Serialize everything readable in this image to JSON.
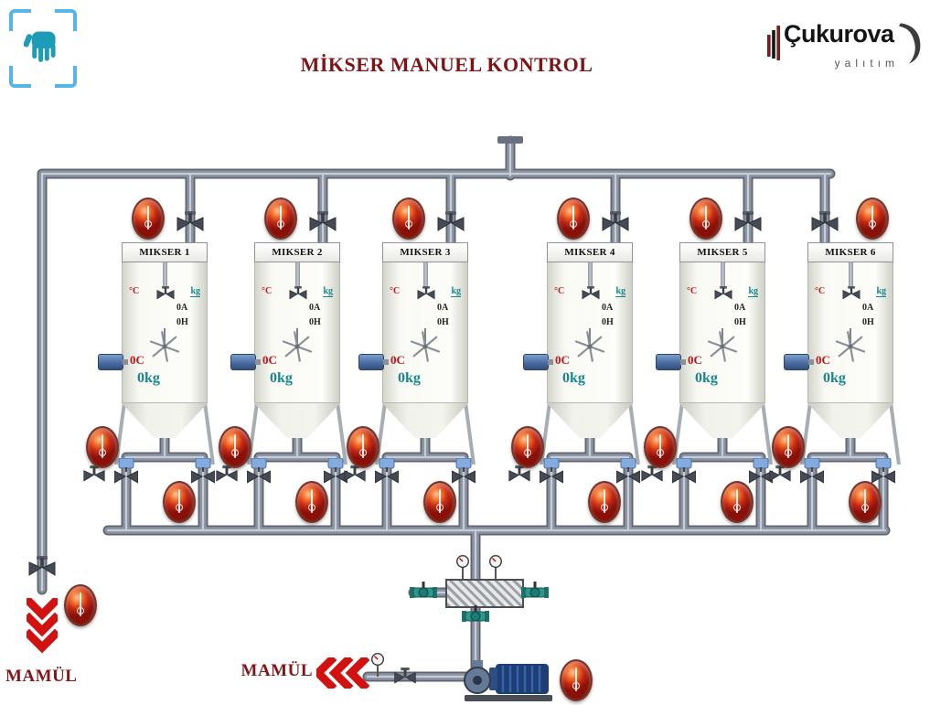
{
  "header": {
    "title": "MİKSER MANUEL KONTROL"
  },
  "logo": {
    "brand": "Çukurova",
    "sub": "yalıtım"
  },
  "mixers": [
    {
      "name": "MIKSER 1",
      "temp_unit": "°C",
      "weight_unit": "kg",
      "current": "0A",
      "level": "0H",
      "temp": "0C",
      "weight": "0kg"
    },
    {
      "name": "MIKSER 2",
      "temp_unit": "°C",
      "weight_unit": "kg",
      "current": "0A",
      "level": "0H",
      "temp": "0C",
      "weight": "0kg"
    },
    {
      "name": "MIKSER 3",
      "temp_unit": "°C",
      "weight_unit": "kg",
      "current": "0A",
      "level": "0H",
      "temp": "0C",
      "weight": "0kg"
    },
    {
      "name": "MIKSER 4",
      "temp_unit": "°C",
      "weight_unit": "kg",
      "current": "0A",
      "level": "0H",
      "temp": "0C",
      "weight": "0kg"
    },
    {
      "name": "MIKSER 5",
      "temp_unit": "°C",
      "weight_unit": "kg",
      "current": "0A",
      "level": "0H",
      "temp": "0C",
      "weight": "0kg"
    },
    {
      "name": "MIKSER 6",
      "temp_unit": "°C",
      "weight_unit": "kg",
      "current": "0A",
      "level": "0H",
      "temp": "0C",
      "weight": "0kg"
    }
  ],
  "outlets": {
    "left": {
      "label": "MAMÜL"
    },
    "bottom": {
      "label": "MAMÜL"
    }
  },
  "colors": {
    "title_red": "#7e1416",
    "value_red": "#c01616",
    "value_teal": "#17878c",
    "pipe_gray": "#8b92a0",
    "lamp_red": "#c42814",
    "actuator_blue": "#84abdd",
    "pump_teal": "#2e968f"
  }
}
